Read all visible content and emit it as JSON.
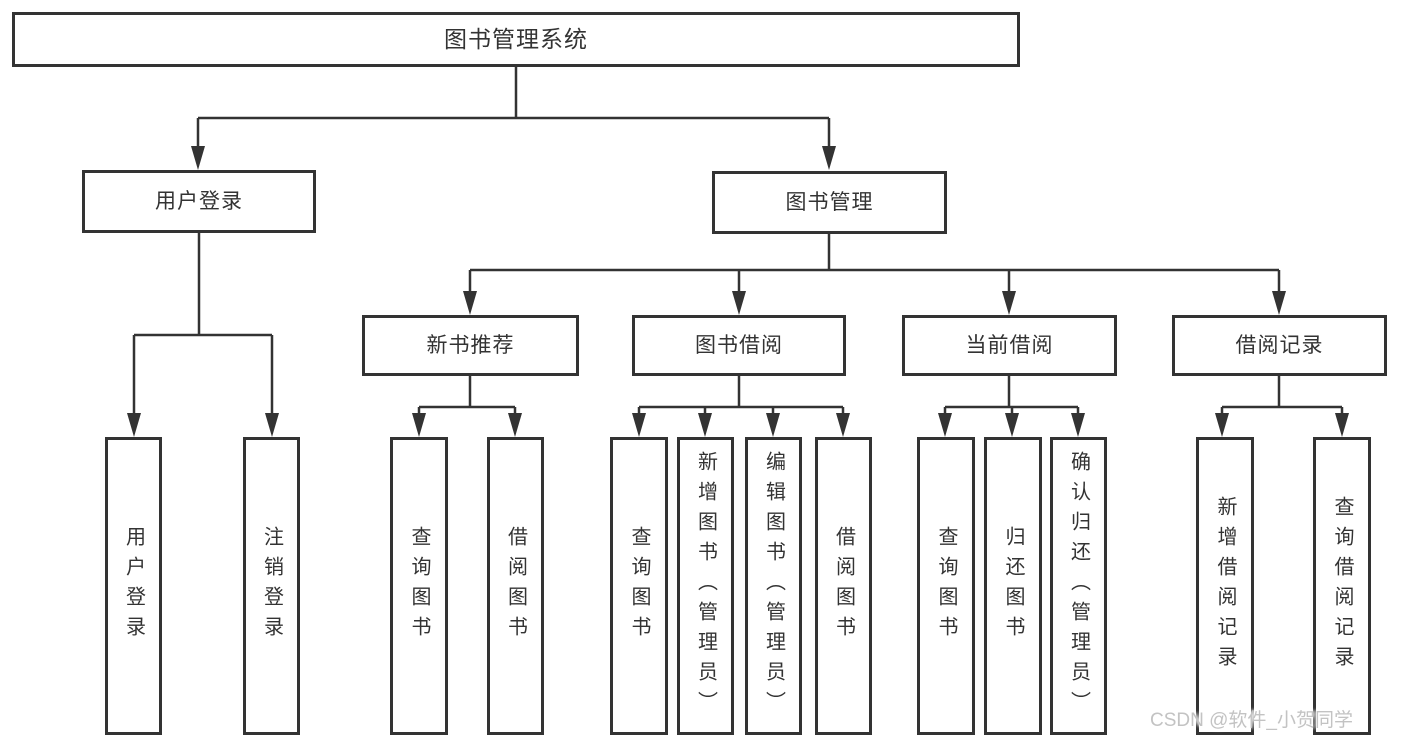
{
  "tree": {
    "root": {
      "label": "图书管理系统"
    },
    "level1": [
      {
        "label": "用户登录",
        "children": [
          {
            "label": "用户登录"
          },
          {
            "label": "注销登录"
          }
        ]
      },
      {
        "label": "图书管理",
        "children": [
          {
            "label": "新书推荐",
            "children": [
              {
                "label": "查询图书"
              },
              {
                "label": "借阅图书"
              }
            ]
          },
          {
            "label": "图书借阅",
            "children": [
              {
                "label": "查询图书"
              },
              {
                "label": "新增图书（管理员）"
              },
              {
                "label": "编辑图书（管理员）"
              },
              {
                "label": "借阅图书"
              }
            ]
          },
          {
            "label": "当前借阅",
            "children": [
              {
                "label": "查询图书"
              },
              {
                "label": "归还图书"
              },
              {
                "label": "确认归还（管理员）"
              }
            ]
          },
          {
            "label": "借阅记录",
            "children": [
              {
                "label": "新增借阅记录"
              },
              {
                "label": "查询借阅记录"
              }
            ]
          }
        ]
      }
    ]
  },
  "watermark": {
    "text": "CSDN @软件_小贺同学"
  },
  "colors": {
    "line": "#333333",
    "text": "#333333",
    "watermark": "#c3c3c3",
    "background": "#ffffff"
  }
}
